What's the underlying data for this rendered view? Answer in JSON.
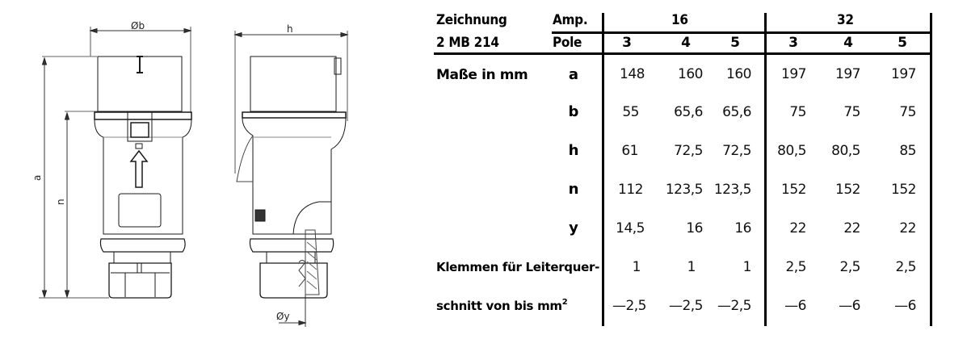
{
  "drawing": {
    "front_view": {
      "dimension_labels": {
        "width": "Øb",
        "total_height": "a",
        "lower_height": "n"
      },
      "cap_marking": "I"
    },
    "side_view": {
      "dimension_labels": {
        "depth": "h",
        "cable_diameter": "Øy"
      }
    }
  },
  "table": {
    "header": {
      "drawing_label": "Zeichnung",
      "drawing_number": "2 MB 214",
      "amp_label": "Amp.",
      "pole_label": "Pole",
      "amp_groups": [
        {
          "amp": "16",
          "poles": [
            "3",
            "4",
            "5"
          ]
        },
        {
          "amp": "32",
          "poles": [
            "3",
            "4",
            "5"
          ]
        }
      ]
    },
    "section_label": "Maße in mm",
    "rows": [
      {
        "key": "a",
        "values": [
          "148",
          "160",
          "160",
          "197",
          "197",
          "197"
        ]
      },
      {
        "key": "b",
        "values": [
          "55",
          "65,6",
          "65,6",
          "75",
          "75",
          "75"
        ]
      },
      {
        "key": "h",
        "values": [
          "61",
          "72,5",
          "72,5",
          "80,5",
          "80,5",
          "85"
        ]
      },
      {
        "key": "n",
        "values": [
          "112",
          "123,5",
          "123,5",
          "152",
          "152",
          "152"
        ]
      },
      {
        "key": "y",
        "values": [
          "14,5",
          "16",
          "16",
          "22",
          "22",
          "22"
        ]
      }
    ],
    "terminals": {
      "label_line1": "Klemmen für Leiterquer-",
      "label_line2": "schnitt von bis mm",
      "label_sup": "2",
      "from": [
        "1",
        "1",
        "1",
        "2,5",
        "2,5",
        "2,5"
      ],
      "to": [
        "—2,5",
        "—2,5",
        "—2,5",
        "—6",
        "—6",
        "—6"
      ]
    }
  }
}
